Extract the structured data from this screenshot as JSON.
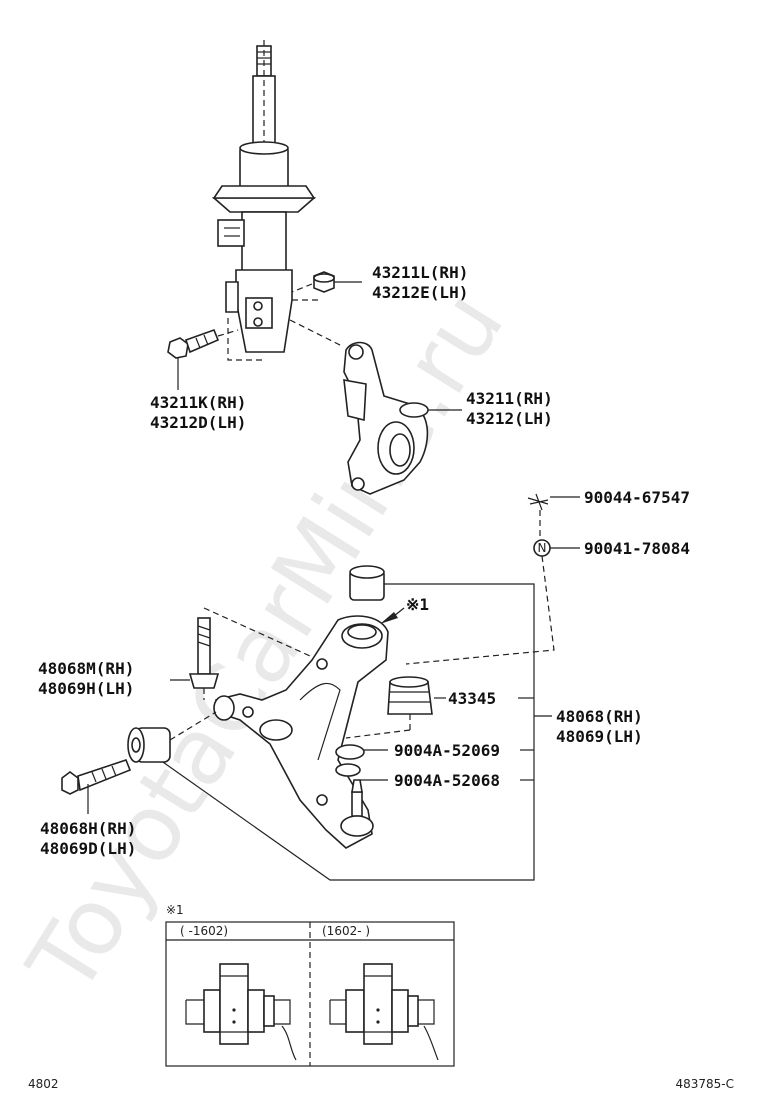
{
  "watermark": "ToyotaCarMine.ru",
  "callouts": {
    "knuckle_nut_rh": "43211L(RH)",
    "knuckle_nut_lh": "43212E(LH)",
    "knuckle_bolt_rh": "43211K(RH)",
    "knuckle_bolt_lh": "43212D(LH)",
    "knuckle_rh": "43211(RH)",
    "knuckle_lh": "43212(LH)",
    "cotter_pin": "90044-67547",
    "castle_nut": "90041-78084",
    "arm_bolt_front_rh": "48068M(RH)",
    "arm_bolt_front_lh": "48069H(LH)",
    "boot": "43345",
    "arm_rh": "48068(RH)",
    "arm_lh": "48069(LH)",
    "snap_ring_1": "9004A-52069",
    "snap_ring_2": "9004A-52068",
    "arm_bolt_rear_rh": "48068H(RH)",
    "arm_bolt_rear_lh": "48069D(LH)",
    "note_mark": "※1",
    "nut_marker": "N"
  },
  "inset": {
    "mark": "※1",
    "left_range": "(    -1602)",
    "right_range": "(1602-     )"
  },
  "footer": {
    "left_code": "4802",
    "right_code": "483785-C"
  }
}
